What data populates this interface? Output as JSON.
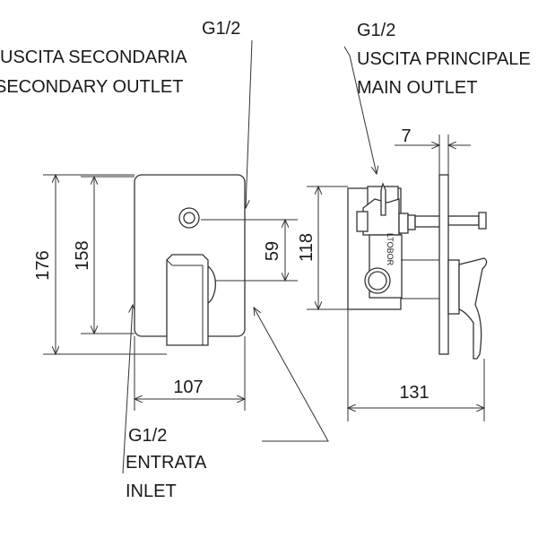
{
  "labels": {
    "secondary_thread": "G1/2",
    "secondary_it": "USCITA SECONDARIA",
    "secondary_en": "SECONDARY OUTLET",
    "main_thread": "G1/2",
    "main_it": "USCITA PRINCIPALE",
    "main_en": "MAIN OUTLET",
    "inlet_thread": "G1/2",
    "inlet_it": "ENTRATA",
    "inlet_en": "INLET"
  },
  "dimensions": {
    "total_height": "176",
    "plate_height": "158",
    "outlet_offset": "59",
    "plate_width": "107",
    "body_height": "118",
    "total_depth": "131",
    "plate_thickness": "7"
  },
  "brand_mark": "LTOBOR"
}
